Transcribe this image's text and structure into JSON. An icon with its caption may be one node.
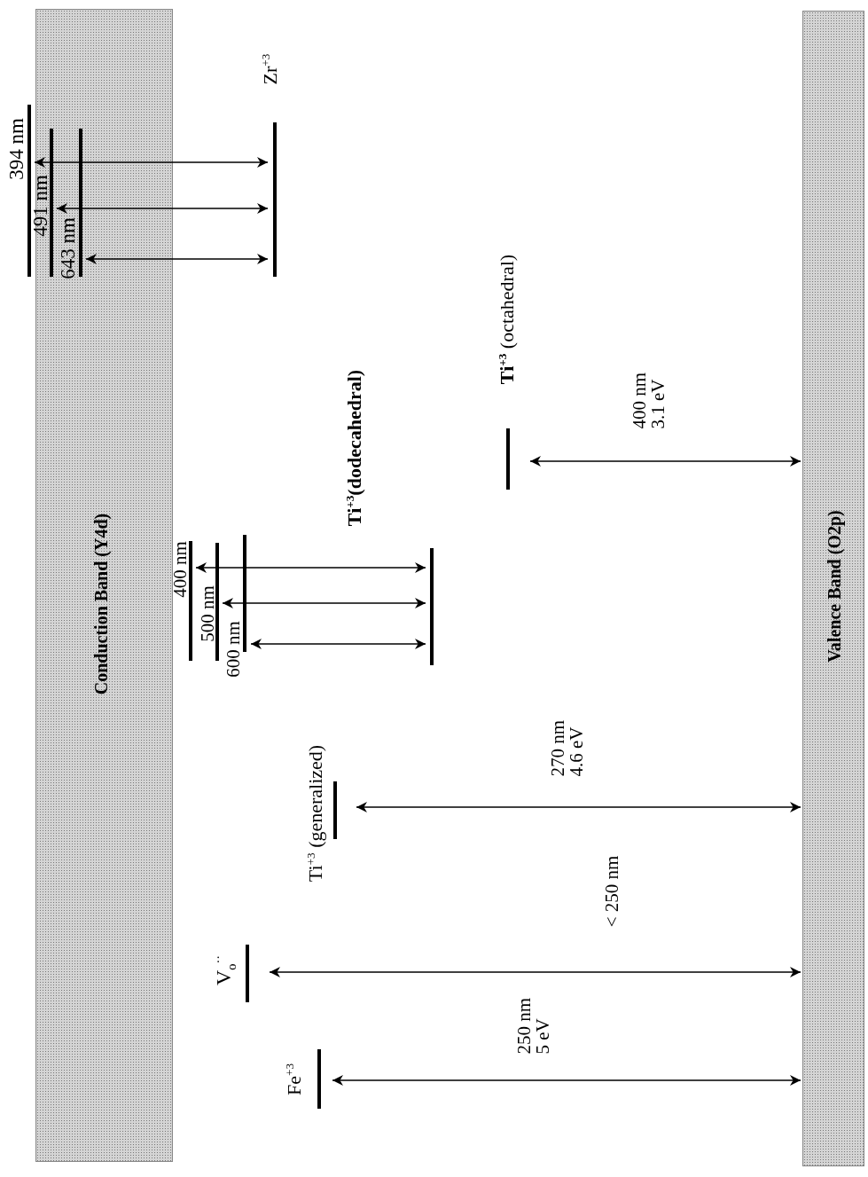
{
  "diagram": {
    "nodes": [
      {
        "text": [
          "Conduction Band (Y4d)"
        ]
      },
      {
        "text": [
          "Valence Band (O2p)"
        ]
      },
      {
        "text": [
          "394 nm"
        ]
      },
      {
        "text": [
          "491 nm"
        ],
        "in": 0
      },
      {
        "text": [
          "643 nm"
        ],
        "in": 0
      },
      {
        "text": [
          "Zr$^{+3}$"
        ]
      },
      {
        "text": [
          "400 nm"
        ]
      },
      {
        "text": [
          "500 nm"
        ]
      },
      {
        "text": [
          "600 nm"
        ]
      },
      {
        "text": [
          "Ti$^{+3}$(dodecahedral)"
        ]
      },
      {
        "text": [
          "**Ti$^{+3}$** (octahedral)"
        ]
      },
      {
        "text": [
          "Ti$^{+3}$ (generalized)"
        ]
      },
      {
        "text": [
          "V$_{o}$$^{··}$"
        ]
      },
      {
        "text": [
          "Fe$^{+3}$"
        ]
      }
    ],
    "edges": [
      {
        "from": 2,
        "to": 5,
        "arrow": "both"
      },
      {
        "from": 3,
        "to": 5,
        "arrow": "both"
      },
      {
        "from": 4,
        "to": 5,
        "arrow": "both"
      },
      {
        "from": 6,
        "to": 9,
        "arrow": "both"
      },
      {
        "from": 7,
        "to": 9,
        "arrow": "both"
      },
      {
        "from": 8,
        "to": 9,
        "arrow": "both"
      },
      {
        "from": 10,
        "to": 1,
        "arrow": "both",
        "label": "400 nm 3.1 eV"
      },
      {
        "from": 11,
        "to": 1,
        "arrow": "both",
        "label": "270 nm 4.6 eV"
      },
      {
        "from": 12,
        "to": 1,
        "arrow": "both",
        "label": "< 250 nm"
      },
      {
        "from": 13,
        "to": 1,
        "arrow": "both",
        "label": "250 nm 5 eV"
      }
    ]
  }
}
